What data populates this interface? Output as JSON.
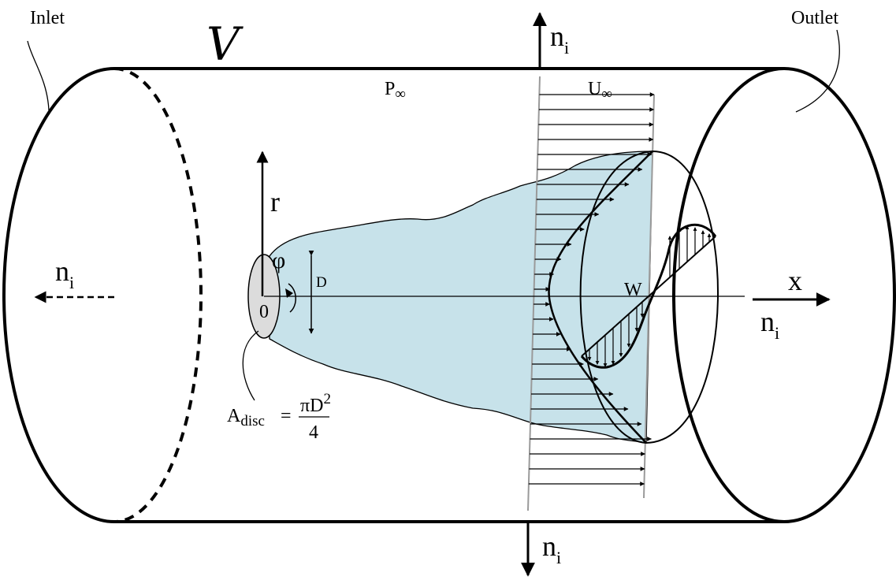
{
  "labels": {
    "inlet": "Inlet",
    "outlet": "Outlet",
    "volume": "V",
    "n": "n",
    "n_sub": "i",
    "p": "P",
    "inf": "∞",
    "u": "U",
    "r": "r",
    "phi": "φ",
    "d": "D",
    "origin": "0",
    "w": "W",
    "x": "x",
    "a": "A",
    "a_sub": "disc",
    "eq": "=",
    "numer": "πD",
    "numer_sup": "2",
    "denom": "4"
  },
  "colors": {
    "wake": "#c7e2ea",
    "disc": "#dcdcdc",
    "stroke": "#000000",
    "guide": "#9a9a9a"
  },
  "icons": [
    "arrow-icon",
    "dashed-arrow-icon",
    "rotation-arrow-icon"
  ]
}
